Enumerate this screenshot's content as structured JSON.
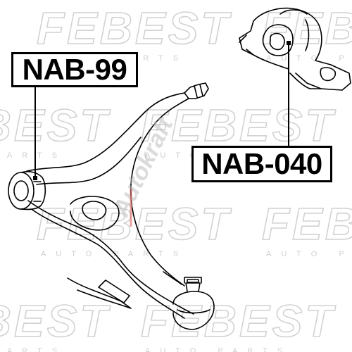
{
  "labels": {
    "bushing_arm": "NAB-99",
    "bushing_bracket": "NAB-040"
  },
  "watermarks": {
    "brand": "FEBEST",
    "tagline": "AUTO PARTS",
    "overlay": "Autokraft"
  },
  "colors": {
    "ink": "#000000",
    "watermark": "#d2d2d2",
    "overlay_accent": "#e06060"
  }
}
